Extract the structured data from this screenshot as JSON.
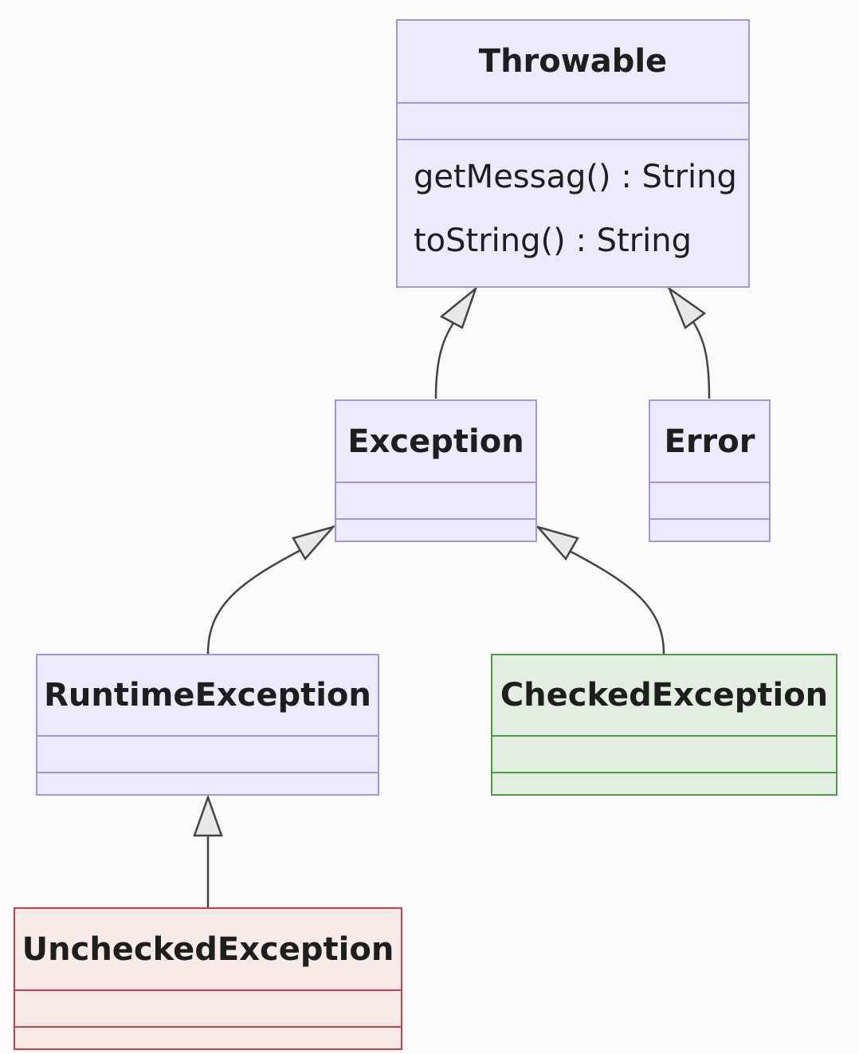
{
  "classes": {
    "throwable": {
      "name": "Throwable",
      "methods": [
        "getMessag() : String",
        "toString() : String"
      ]
    },
    "exception": {
      "name": "Exception"
    },
    "error": {
      "name": "Error"
    },
    "runtime": {
      "name": "RuntimeException"
    },
    "checked": {
      "name": "CheckedException"
    },
    "unchecked": {
      "name": "UncheckedException"
    }
  },
  "relations": [
    {
      "from": "Exception",
      "to": "Throwable",
      "type": "inheritance"
    },
    {
      "from": "Error",
      "to": "Throwable",
      "type": "inheritance"
    },
    {
      "from": "RuntimeException",
      "to": "Exception",
      "type": "inheritance"
    },
    {
      "from": "CheckedException",
      "to": "Exception",
      "type": "inheritance"
    },
    {
      "from": "UncheckedException",
      "to": "RuntimeException",
      "type": "inheritance"
    }
  ],
  "colors": {
    "default_border": "#9d98e0",
    "default_fill": "#ecebfd",
    "checked_border": "#4f9a4c",
    "checked_fill": "#e2efe0",
    "unchecked_border": "#d23a44",
    "unchecked_fill": "#f9ece8",
    "edge": "#444444",
    "arrowhead_fill": "#e8e8e8"
  }
}
